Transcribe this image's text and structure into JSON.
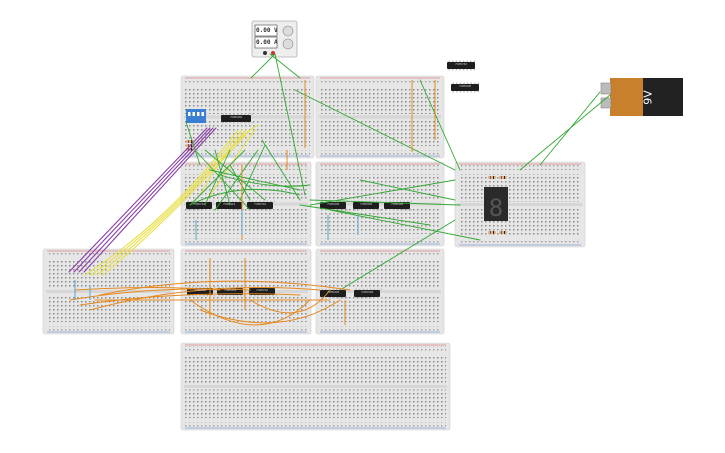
{
  "power_supply": {
    "voltage": "0.00 V",
    "current": "0.00 A"
  },
  "battery": {
    "label": "9V"
  },
  "loose_chips": [
    "74HC32",
    "74HC08"
  ],
  "chips": {
    "board_top_left": [
      "74HC00"
    ],
    "board_mid_left": [
      "74HC32",
      "74HC04",
      "74HC32"
    ],
    "board_mid_right": [
      "74HC08",
      "74HC08",
      "74HC08"
    ],
    "board_bottom_left": [
      "74HC32",
      "74HC04",
      "74HC32"
    ],
    "board_bottom_right": [
      "74HC08",
      "74HC08"
    ]
  },
  "colors": {
    "breadboard": "#e6e6e6",
    "wire_green": "#33a833",
    "wire_yellow": "#e8e04a",
    "wire_orange": "#e68a1f",
    "wire_purple": "#8a3fa8",
    "wire_blue": "#5aa6c8",
    "rail_red": "#d33",
    "rail_blue": "#36c"
  }
}
